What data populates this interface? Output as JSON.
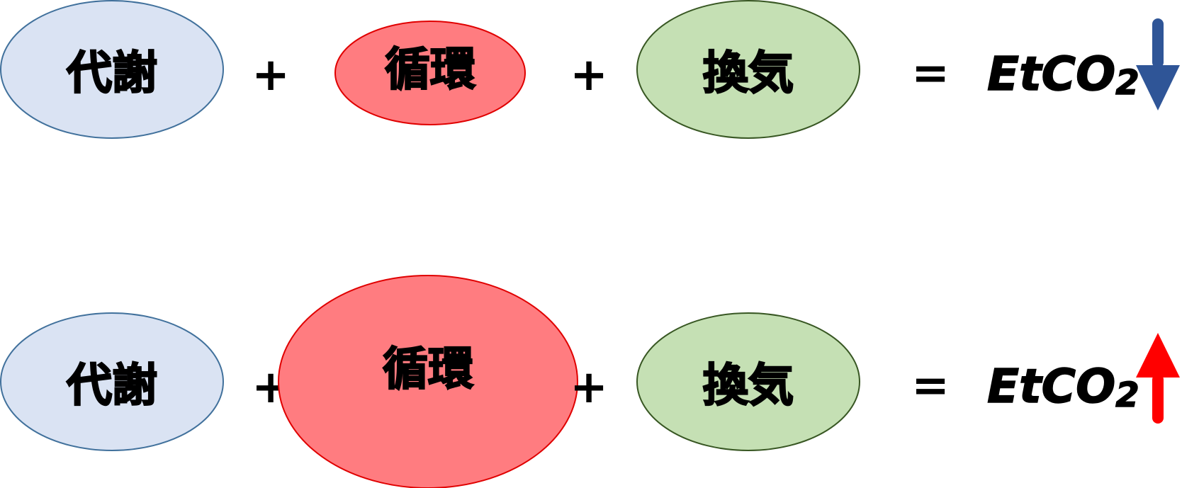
{
  "colors": {
    "metabolism_fill": "#dae3f3",
    "metabolism_stroke": "#41719c",
    "circulation_fill": "#ff7c80",
    "circulation_stroke": "#e00000",
    "ventilation_fill": "#c5e0b4",
    "ventilation_stroke": "#385723",
    "arrow_down": "#2f5597",
    "arrow_up": "#ff0000"
  },
  "rows": [
    {
      "metabolism": "代謝",
      "plus_1": "+",
      "circulation": "循環",
      "plus_2": "+",
      "ventilation": "換気",
      "equals": "=",
      "result_main": "EtCO",
      "result_sub": "2",
      "trend_icon": "arrow-down-icon"
    },
    {
      "metabolism": "代謝",
      "plus_1": "+",
      "circulation": "循環",
      "plus_2": "+",
      "ventilation": "換気",
      "equals": "=",
      "result_main": "EtCO",
      "result_sub": "2",
      "trend_icon": "arrow-up-icon"
    }
  ]
}
